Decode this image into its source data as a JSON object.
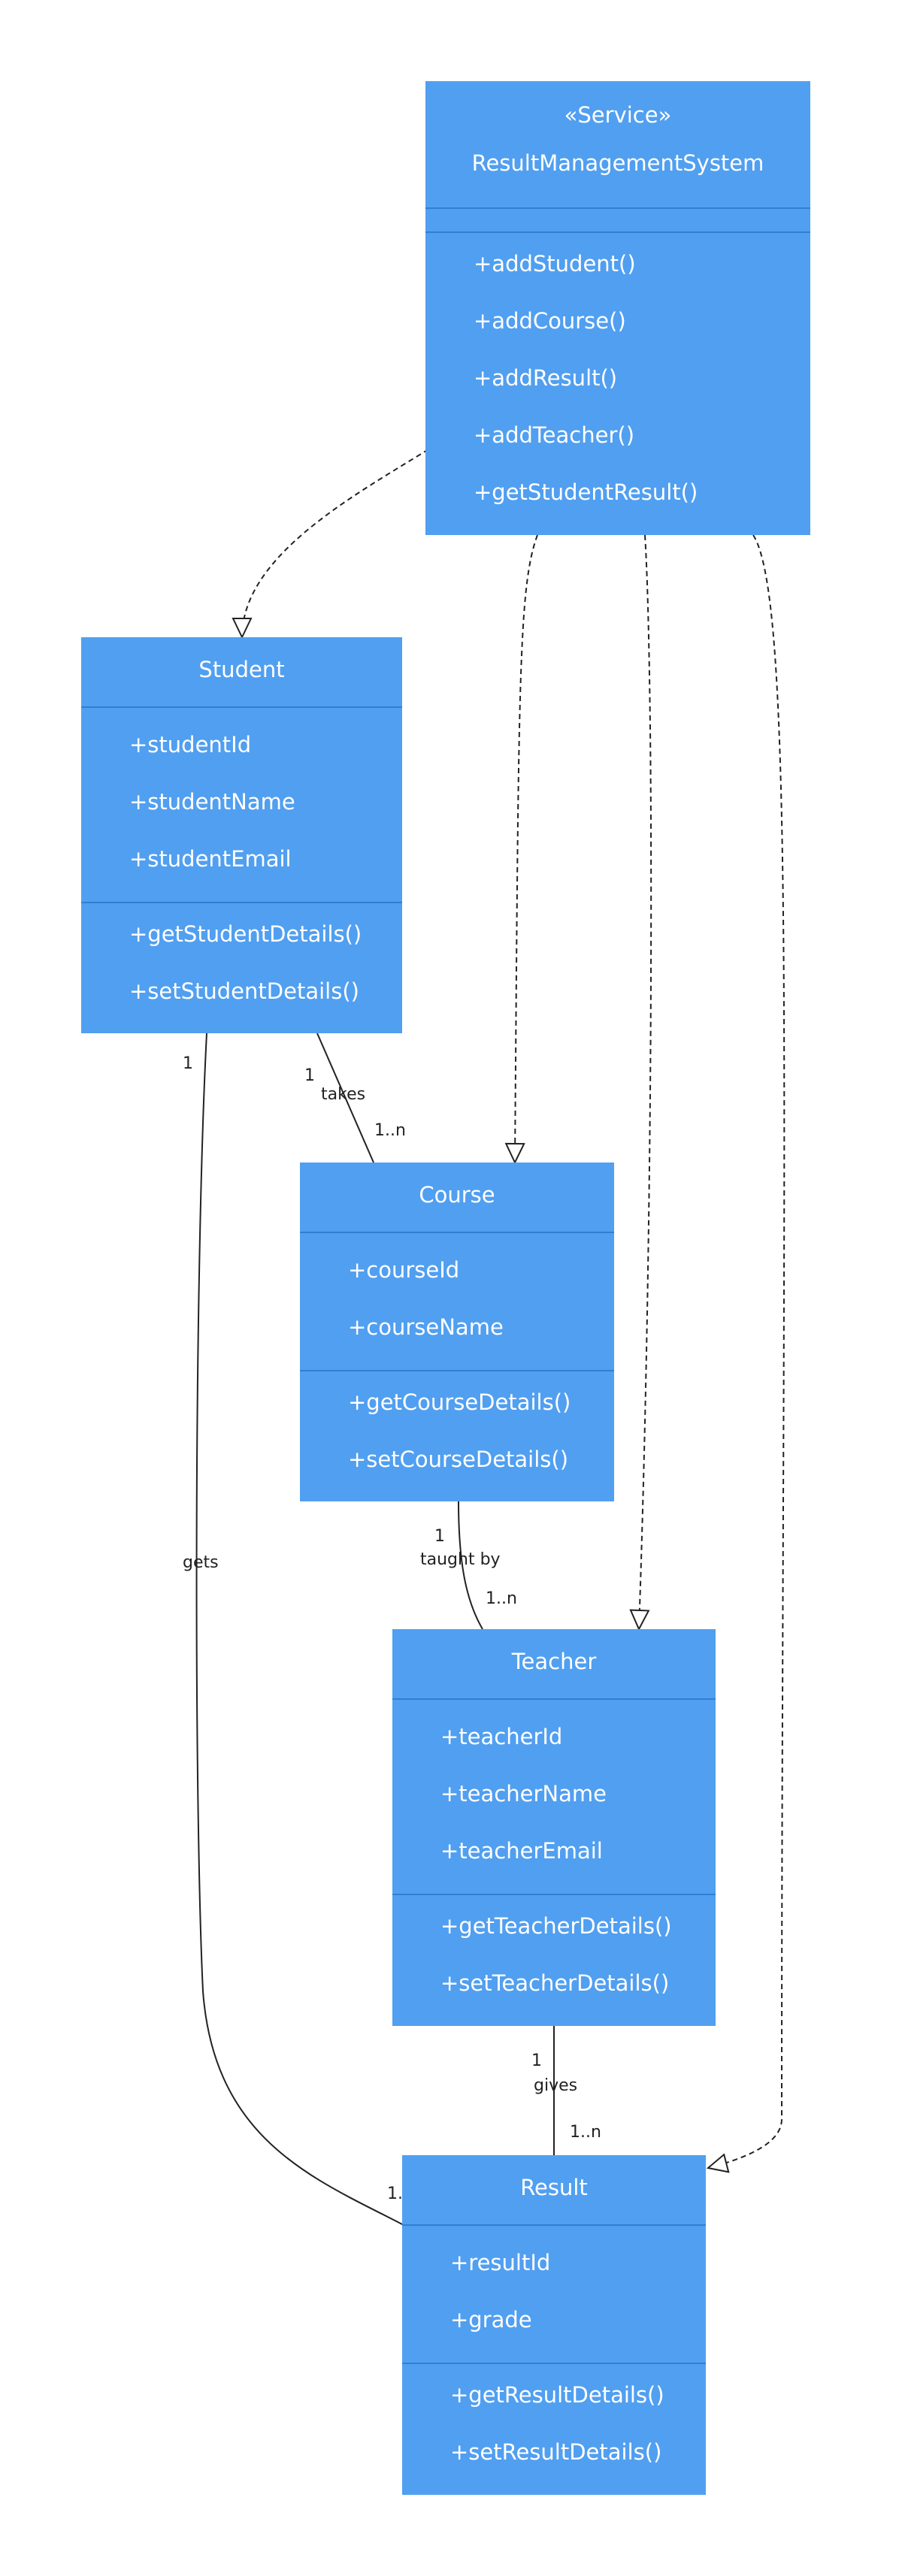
{
  "classes": {
    "service": {
      "stereotype": "«Service»",
      "name": "ResultManagementSystem",
      "attributes": [],
      "methods": [
        "+addStudent()",
        "+addCourse()",
        "+addResult()",
        "+addTeacher()",
        "+getStudentResult()"
      ]
    },
    "student": {
      "name": "Student",
      "attributes": [
        "+studentId",
        "+studentName",
        "+studentEmail"
      ],
      "methods": [
        "+getStudentDetails()",
        "+setStudentDetails()"
      ]
    },
    "course": {
      "name": "Course",
      "attributes": [
        "+courseId",
        "+courseName"
      ],
      "methods": [
        "+getCourseDetails()",
        "+setCourseDetails()"
      ]
    },
    "teacher": {
      "name": "Teacher",
      "attributes": [
        "+teacherId",
        "+teacherName",
        "+teacherEmail"
      ],
      "methods": [
        "+getTeacherDetails()",
        "+setTeacherDetails()"
      ]
    },
    "result": {
      "name": "Result",
      "attributes": [
        "+resultId",
        "+grade"
      ],
      "methods": [
        "+getResultDetails()",
        "+setResultDetails()"
      ]
    }
  },
  "relations": {
    "student_course": {
      "label": "takes",
      "from_mult": "1",
      "to_mult": "1..n"
    },
    "course_teacher": {
      "label": "taught by",
      "from_mult": "1",
      "to_mult": "1..n"
    },
    "teacher_result": {
      "label": "gives",
      "from_mult": "1",
      "to_mult": "1..n"
    },
    "student_result": {
      "label": "gets",
      "from_mult": "1",
      "to_mult": "1."
    }
  },
  "colors": {
    "class_fill": "#519ff0",
    "class_text": "#ffffff",
    "line": "#222222"
  }
}
